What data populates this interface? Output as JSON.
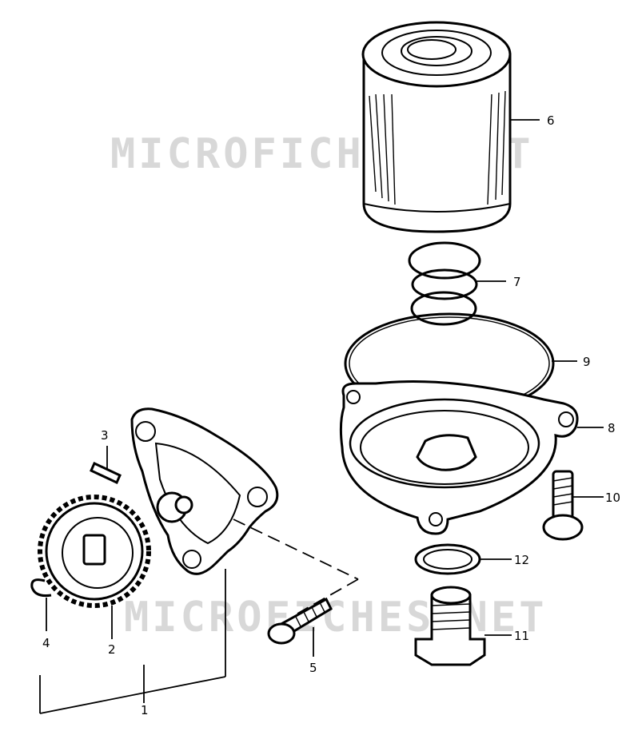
{
  "watermark": {
    "text": "MICROFICHES.NET"
  },
  "parts": [
    {
      "number": "1",
      "name": "oil-pump-assembly"
    },
    {
      "number": "2",
      "name": "pump-drive-gear"
    },
    {
      "number": "3",
      "name": "dowel-pin"
    },
    {
      "number": "4",
      "name": "circlip"
    },
    {
      "number": "5",
      "name": "pump-screw"
    },
    {
      "number": "6",
      "name": "oil-filter-element"
    },
    {
      "number": "7",
      "name": "filter-spring"
    },
    {
      "number": "8",
      "name": "filter-cap"
    },
    {
      "number": "9",
      "name": "cap-o-ring"
    },
    {
      "number": "10",
      "name": "cap-bolt"
    },
    {
      "number": "11",
      "name": "drain-plug"
    },
    {
      "number": "12",
      "name": "drain-gasket"
    }
  ]
}
